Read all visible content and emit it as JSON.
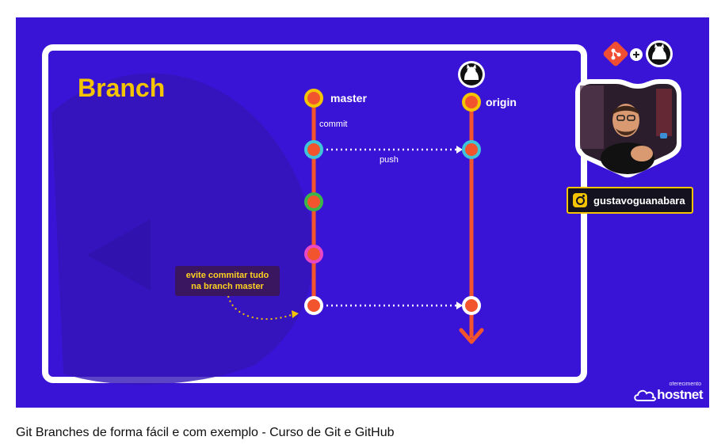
{
  "video": {
    "title": "Git Branches de forma fácil e com exemplo - Curso de Git e GitHub"
  },
  "slide": {
    "heading": "Branch",
    "master_label": "master",
    "origin_label": "origin",
    "commit_label": "commit",
    "push_label": "push",
    "tip_line1": "evite commitar tudo",
    "tip_line2": "na branch master",
    "instagram_handle": "gustavoguanabara",
    "sponsor_small": "oferecimento",
    "sponsor_brand": "hostnet"
  },
  "colors": {
    "background": "#3a14d6",
    "accent_yellow": "#f4c400",
    "branch_line": "#f2542d",
    "frame": "#ffffff"
  },
  "icons": [
    "git-icon",
    "github-icon",
    "instagram-icon",
    "cloud-icon"
  ]
}
